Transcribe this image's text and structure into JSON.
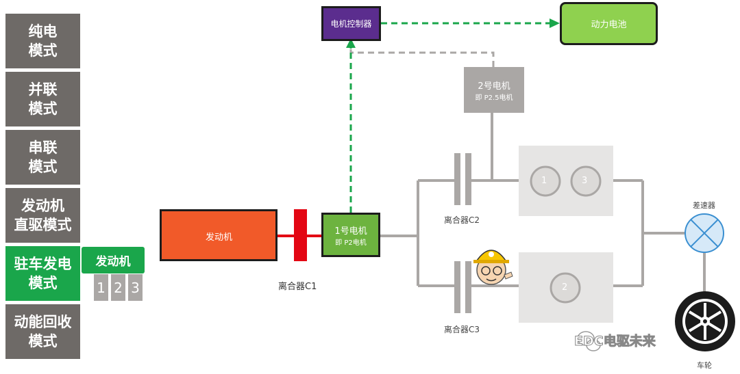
{
  "menu": {
    "items": [
      {
        "label": "纯电\n模式"
      },
      {
        "label": "并联\n模式"
      },
      {
        "label": "串联\n模式"
      },
      {
        "label": "发动机\n直驱模式"
      },
      {
        "label": "驻车发电\n模式"
      },
      {
        "label": "动能回收\n模式"
      }
    ],
    "active_index": 4,
    "sub_panel": {
      "label": "发动机",
      "gears": [
        "1",
        "2",
        "3"
      ]
    }
  },
  "diagram": {
    "controller": "电机控制器",
    "battery": "动力电池",
    "motor2": {
      "line1": "2号电机",
      "line2": "即 P2.5电机"
    },
    "motor1": {
      "line1": "1号电机",
      "line2": "即 P2电机"
    },
    "engine": "发动机",
    "clutch_c1": "离合器C1",
    "clutch_c2": "离合器C2",
    "clutch_c3": "离合器C3",
    "gears_upper": [
      "1",
      "3"
    ],
    "gears_lower": [
      "2"
    ],
    "differential": "差速器",
    "wheel": "车轮",
    "watermark": "EDC电驱未来"
  },
  "colors": {
    "menu_gray": "#6e6a67",
    "active_green": "#1aa64b",
    "controller_purple": "#5b2d8e",
    "battery_green": "#8fd14f",
    "motor_green": "#6db33f",
    "engine_orange": "#f15a29",
    "engine_red": "#e30613",
    "flow_green": "#1aa64b",
    "shaft_gray": "#aaa7a5"
  }
}
